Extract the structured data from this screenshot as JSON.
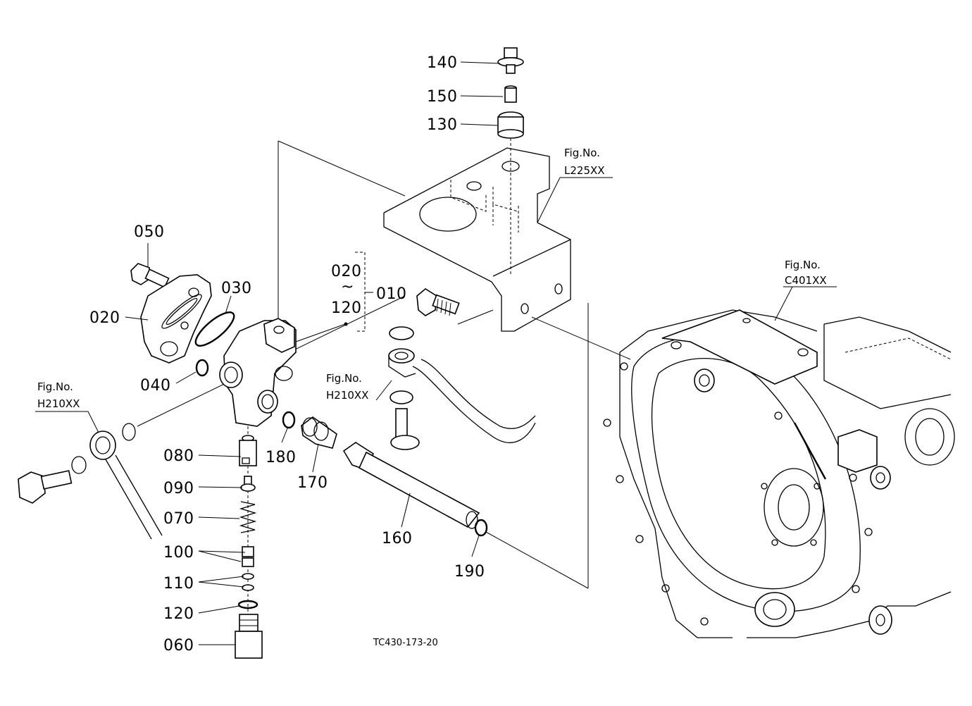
{
  "labels": {
    "p140": "140",
    "p150": "150",
    "p130": "130",
    "p050": "050",
    "p030": "030",
    "p020": "020",
    "p020b": "020",
    "tilde": "~",
    "p120top": "120",
    "p010": "010",
    "p040": "040",
    "p080": "080",
    "p180": "180",
    "p170": "170",
    "p090": "090",
    "p070": "070",
    "p100": "100",
    "p110": "110",
    "p120": "120",
    "p060": "060",
    "p160": "160",
    "p190": "190"
  },
  "figure_refs": [
    {
      "caption": "Fig.No.",
      "code": "L225XX"
    },
    {
      "caption": "Fig.No.",
      "code": "C401XX"
    },
    {
      "caption": "Fig.No.",
      "code": "H210XX"
    },
    {
      "caption": "Fig.No.",
      "code": "H210XX"
    }
  ],
  "drawing_code": "TC430-173-20"
}
